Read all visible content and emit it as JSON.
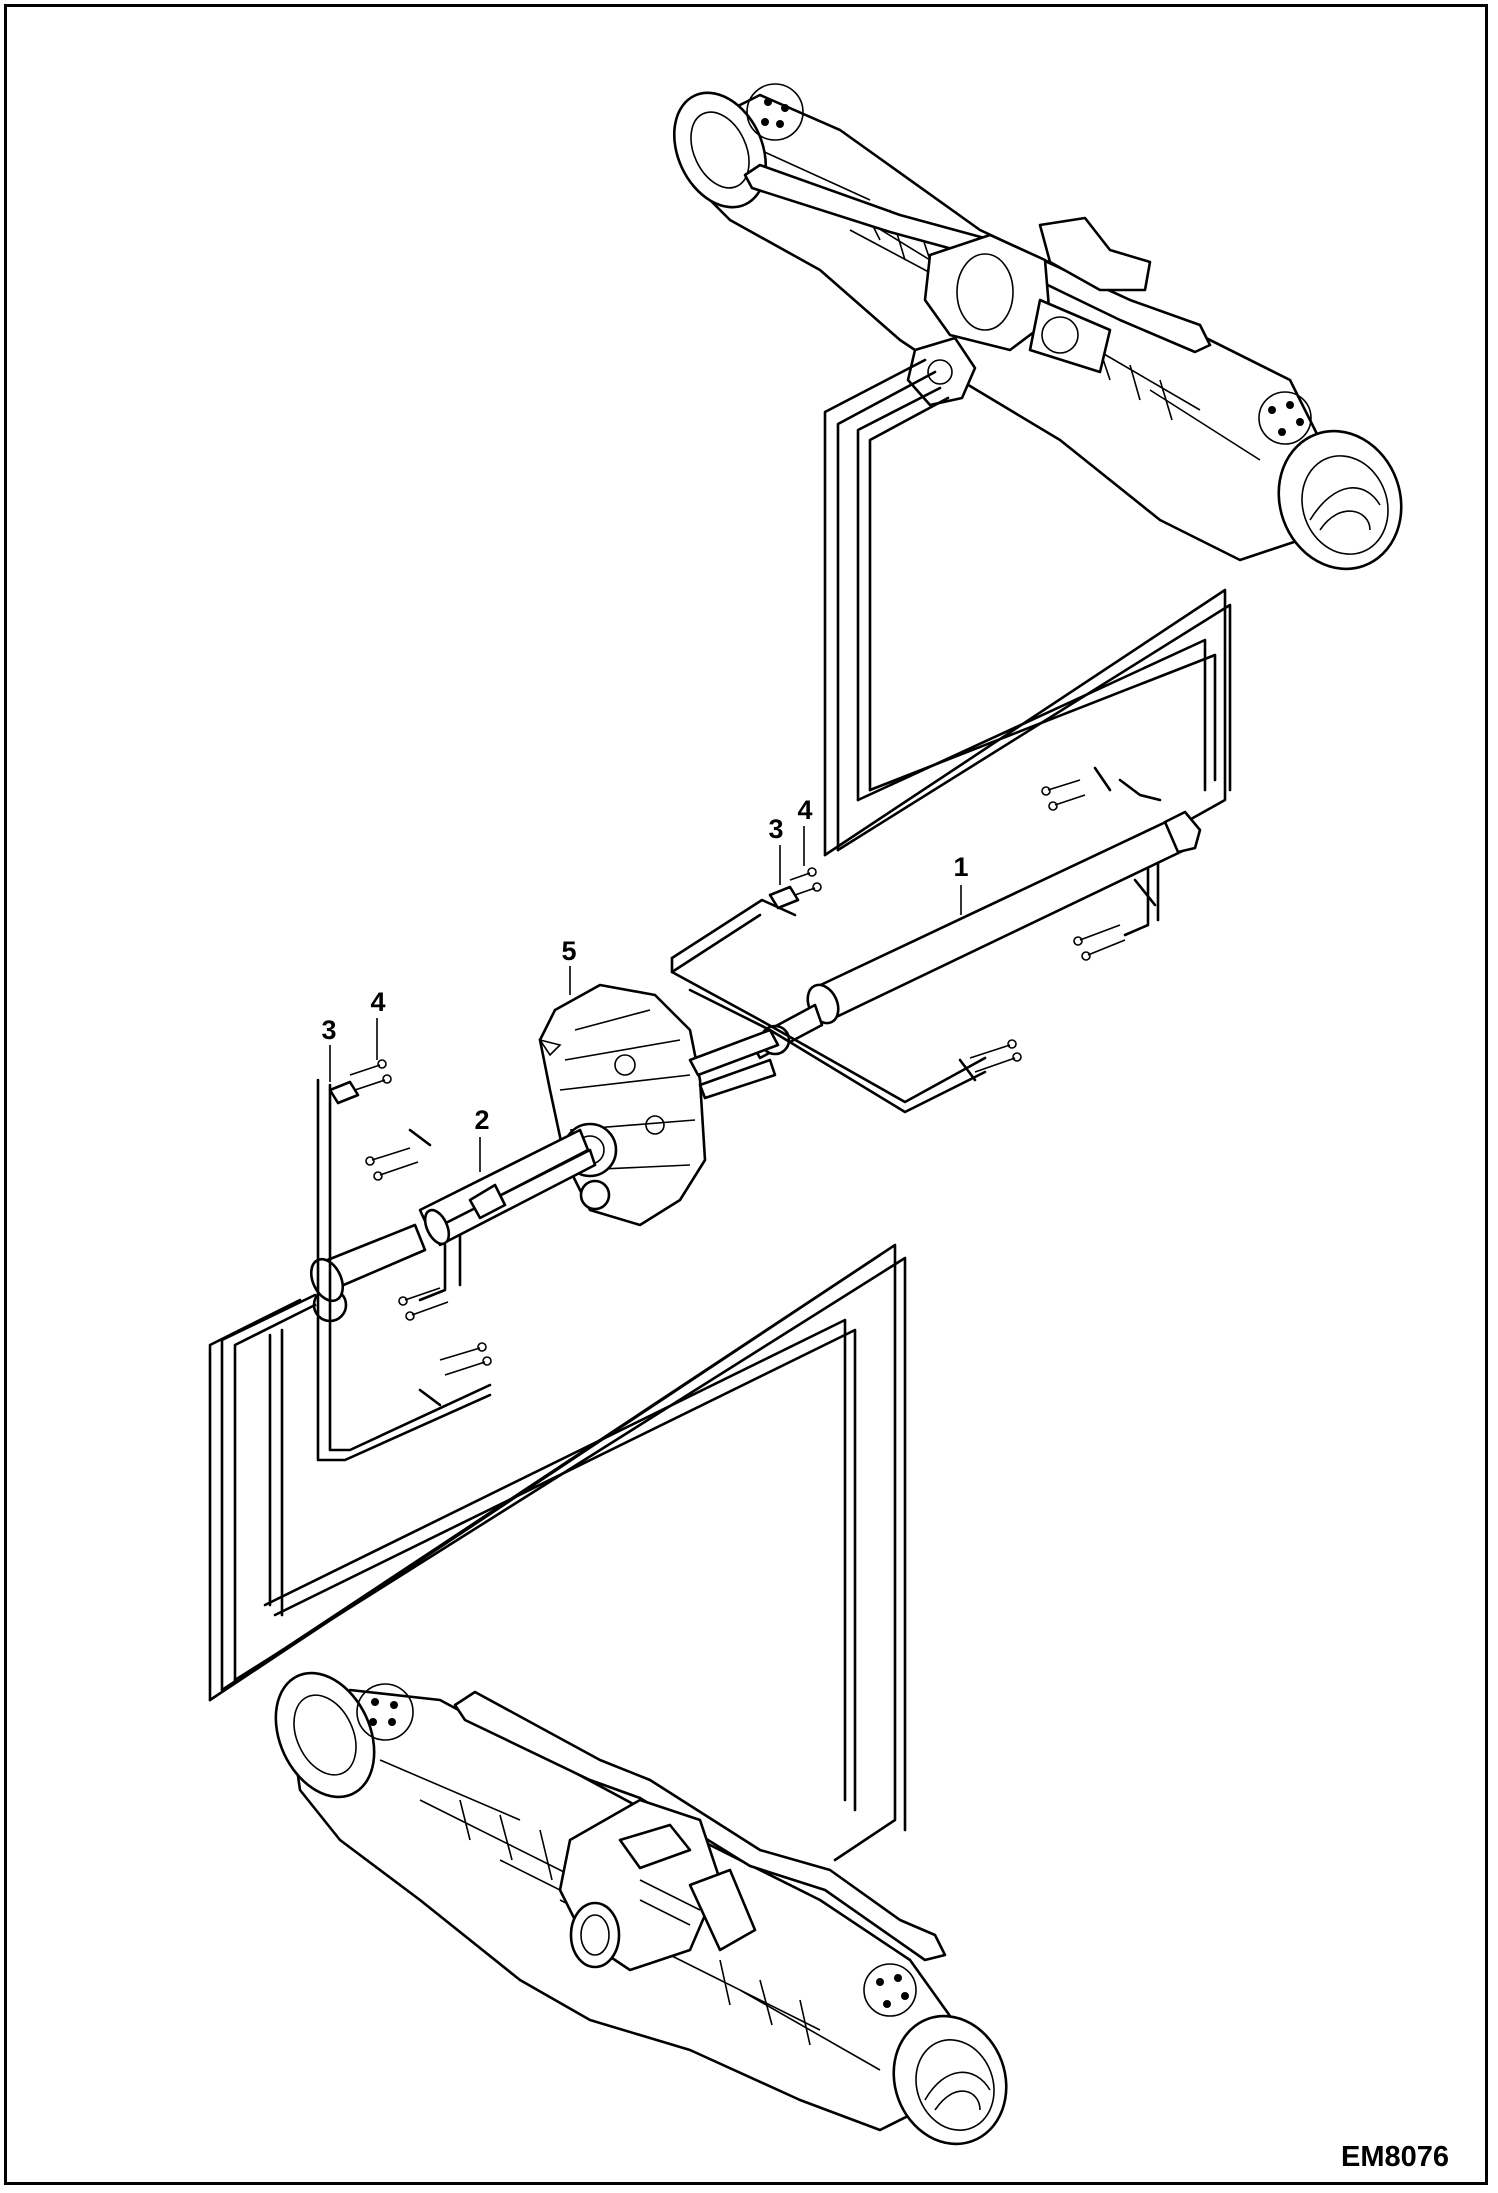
{
  "figure_code": "EM8076",
  "callouts": {
    "c1": "1",
    "c2": "2",
    "c3a": "3",
    "c4a": "4",
    "c5": "5",
    "c3b": "3",
    "c4b": "4"
  },
  "colors": {
    "line": "#000000",
    "background": "#ffffff"
  }
}
